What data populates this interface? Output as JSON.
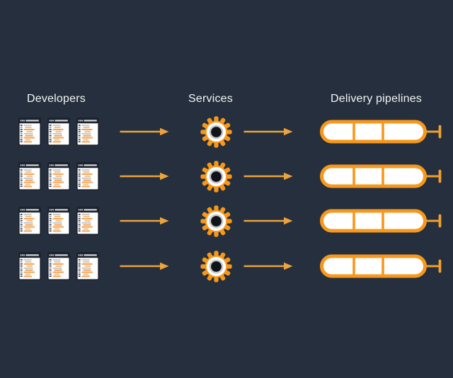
{
  "headers": {
    "developers": "Developers",
    "services": "Services",
    "delivery_pipelines": "Delivery pipelines"
  },
  "diagram": {
    "rows": 4,
    "developer_icons_per_row": 3,
    "services_per_row": 1,
    "pipelines_per_row": 1,
    "pipeline_segments": 3,
    "flow_order": [
      "Developers",
      "Services",
      "Delivery pipelines"
    ]
  },
  "icons": {
    "developer": "code-file-window-icon",
    "service": "gear-icon",
    "pipeline": "segmented-capsule-pipeline-icon",
    "connector": "right-arrow-icon"
  },
  "colors": {
    "background": "#252F3D",
    "accent_orange": "#F7981D",
    "arrow_orange": "#ECA33D",
    "header_text": "#F3F5F5",
    "icon_fill": "#FFFFFF",
    "icon_frame": "#1C232E",
    "gear_ring_gray": "#C5C9CD",
    "gear_center": "#101418"
  }
}
